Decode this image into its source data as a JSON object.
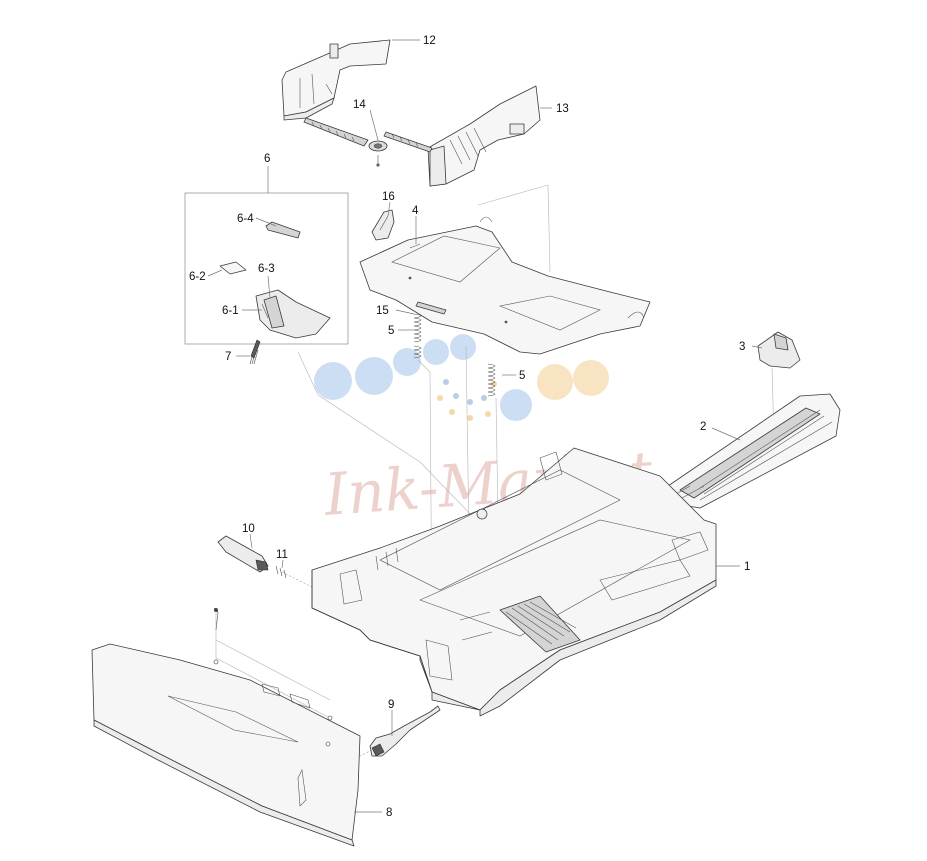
{
  "diagram": {
    "callouts": [
      {
        "id": "c1",
        "text": "1"
      },
      {
        "id": "c2",
        "text": "2"
      },
      {
        "id": "c3",
        "text": "3"
      },
      {
        "id": "c4",
        "text": "4"
      },
      {
        "id": "c5a",
        "text": "5"
      },
      {
        "id": "c5b",
        "text": "5"
      },
      {
        "id": "c6",
        "text": "6"
      },
      {
        "id": "c6_1",
        "text": "6-1"
      },
      {
        "id": "c6_2",
        "text": "6-2"
      },
      {
        "id": "c6_3",
        "text": "6-3"
      },
      {
        "id": "c6_4",
        "text": "6-4"
      },
      {
        "id": "c7",
        "text": "7"
      },
      {
        "id": "c8",
        "text": "8"
      },
      {
        "id": "c9",
        "text": "9"
      },
      {
        "id": "c10",
        "text": "10"
      },
      {
        "id": "c11",
        "text": "11"
      },
      {
        "id": "c12",
        "text": "12"
      },
      {
        "id": "c13",
        "text": "13"
      },
      {
        "id": "c14",
        "text": "14"
      },
      {
        "id": "c15",
        "text": "15"
      },
      {
        "id": "c16",
        "text": "16"
      }
    ]
  },
  "watermark": {
    "text": "Ink-Market",
    "circle_colors": [
      "#bcd3ef",
      "#f6dcae"
    ]
  }
}
